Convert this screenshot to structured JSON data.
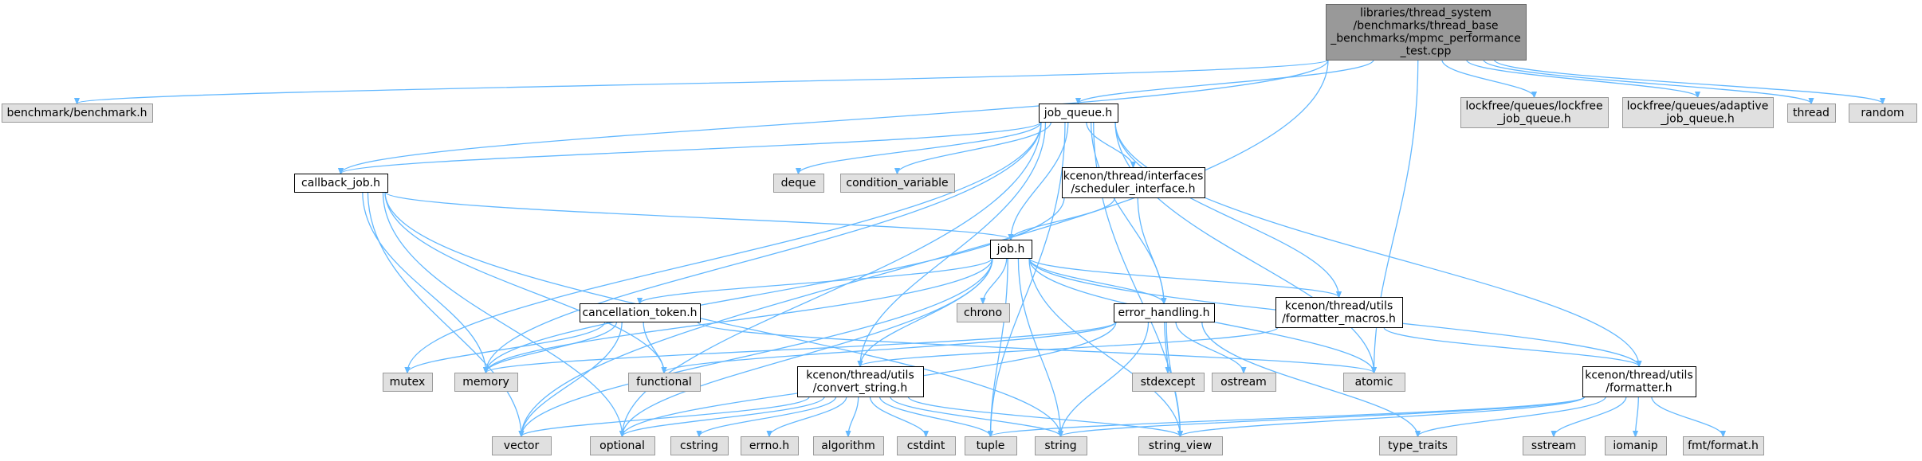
{
  "colors": {
    "root_fill": "#999999",
    "root_stroke": "#666666",
    "doc_fill": "#ffffff",
    "doc_stroke": "#000000",
    "sys_fill": "#e0e0e0",
    "sys_stroke": "#999999",
    "edge": "#63b8ff"
  },
  "nodes": [
    {
      "id": "root",
      "kind": "root",
      "lines": [
        "libraries/thread_system",
        "/benchmarks/thread_base",
        "_benchmarks/mpmc_performance",
        "_test.cpp"
      ]
    },
    {
      "id": "benchmark",
      "kind": "sys",
      "lines": [
        "benchmark/benchmark.h"
      ]
    },
    {
      "id": "job_queue",
      "kind": "doc",
      "lines": [
        "job_queue.h"
      ]
    },
    {
      "id": "lf_lockfree",
      "kind": "sys",
      "lines": [
        "lockfree/queues/lockfree",
        "_job_queue.h"
      ]
    },
    {
      "id": "lf_adaptive",
      "kind": "sys",
      "lines": [
        "lockfree/queues/adaptive",
        "_job_queue.h"
      ]
    },
    {
      "id": "thread",
      "kind": "sys",
      "lines": [
        "thread"
      ]
    },
    {
      "id": "random",
      "kind": "sys",
      "lines": [
        "random"
      ]
    },
    {
      "id": "callback_job",
      "kind": "doc",
      "lines": [
        "callback_job.h"
      ]
    },
    {
      "id": "deque",
      "kind": "sys",
      "lines": [
        "deque"
      ]
    },
    {
      "id": "condition_variable",
      "kind": "sys",
      "lines": [
        "condition_variable"
      ]
    },
    {
      "id": "scheduler_interface",
      "kind": "doc",
      "lines": [
        "kcenon/thread/interfaces",
        "/scheduler_interface.h"
      ]
    },
    {
      "id": "job",
      "kind": "doc",
      "lines": [
        "job.h"
      ]
    },
    {
      "id": "cancellation_token",
      "kind": "doc",
      "lines": [
        "cancellation_token.h"
      ]
    },
    {
      "id": "chrono",
      "kind": "sys",
      "lines": [
        "chrono"
      ]
    },
    {
      "id": "error_handling",
      "kind": "doc",
      "lines": [
        "error_handling.h"
      ]
    },
    {
      "id": "formatter_macros",
      "kind": "doc",
      "lines": [
        "kcenon/thread/utils",
        "/formatter_macros.h"
      ]
    },
    {
      "id": "mutex",
      "kind": "sys",
      "lines": [
        "mutex"
      ]
    },
    {
      "id": "memory",
      "kind": "sys",
      "lines": [
        "memory"
      ]
    },
    {
      "id": "functional",
      "kind": "sys",
      "lines": [
        "functional"
      ]
    },
    {
      "id": "convert_string",
      "kind": "doc",
      "lines": [
        "kcenon/thread/utils",
        "/convert_string.h"
      ]
    },
    {
      "id": "stdexcept",
      "kind": "sys",
      "lines": [
        "stdexcept"
      ]
    },
    {
      "id": "ostream",
      "kind": "sys",
      "lines": [
        "ostream"
      ]
    },
    {
      "id": "atomic",
      "kind": "sys",
      "lines": [
        "atomic"
      ]
    },
    {
      "id": "formatter",
      "kind": "doc",
      "lines": [
        "kcenon/thread/utils",
        "/formatter.h"
      ]
    },
    {
      "id": "vector",
      "kind": "sys",
      "lines": [
        "vector"
      ]
    },
    {
      "id": "optional",
      "kind": "sys",
      "lines": [
        "optional"
      ]
    },
    {
      "id": "cstring",
      "kind": "sys",
      "lines": [
        "cstring"
      ]
    },
    {
      "id": "errno_h",
      "kind": "sys",
      "lines": [
        "errno.h"
      ]
    },
    {
      "id": "algorithm",
      "kind": "sys",
      "lines": [
        "algorithm"
      ]
    },
    {
      "id": "cstdint",
      "kind": "sys",
      "lines": [
        "cstdint"
      ]
    },
    {
      "id": "tuple",
      "kind": "sys",
      "lines": [
        "tuple"
      ]
    },
    {
      "id": "string",
      "kind": "sys",
      "lines": [
        "string"
      ]
    },
    {
      "id": "string_view",
      "kind": "sys",
      "lines": [
        "string_view"
      ]
    },
    {
      "id": "type_traits",
      "kind": "sys",
      "lines": [
        "type_traits"
      ]
    },
    {
      "id": "sstream",
      "kind": "sys",
      "lines": [
        "sstream"
      ]
    },
    {
      "id": "iomanip",
      "kind": "sys",
      "lines": [
        "iomanip"
      ]
    },
    {
      "id": "fmt_format",
      "kind": "sys",
      "lines": [
        "fmt/format.h"
      ]
    }
  ],
  "edges": [
    [
      "root",
      "benchmark"
    ],
    [
      "root",
      "job_queue"
    ],
    [
      "root",
      "lf_lockfree"
    ],
    [
      "root",
      "lf_adaptive"
    ],
    [
      "root",
      "thread"
    ],
    [
      "root",
      "random"
    ],
    [
      "root",
      "callback_job"
    ],
    [
      "root",
      "vector"
    ],
    [
      "root",
      "atomic"
    ],
    [
      "job_queue",
      "callback_job"
    ],
    [
      "job_queue",
      "deque"
    ],
    [
      "job_queue",
      "condition_variable"
    ],
    [
      "job_queue",
      "scheduler_interface"
    ],
    [
      "job_queue",
      "job"
    ],
    [
      "job_queue",
      "error_handling"
    ],
    [
      "job_queue",
      "formatter_macros"
    ],
    [
      "job_queue",
      "mutex"
    ],
    [
      "job_queue",
      "memory"
    ],
    [
      "job_queue",
      "convert_string"
    ],
    [
      "job_queue",
      "atomic"
    ],
    [
      "job_queue",
      "formatter"
    ],
    [
      "job_queue",
      "string_view"
    ],
    [
      "job_queue",
      "tuple"
    ],
    [
      "job_queue",
      "optional"
    ],
    [
      "callback_job",
      "job"
    ],
    [
      "callback_job",
      "memory"
    ],
    [
      "callback_job",
      "functional"
    ],
    [
      "callback_job",
      "vector"
    ],
    [
      "callback_job",
      "optional"
    ],
    [
      "callback_job",
      "string"
    ],
    [
      "scheduler_interface",
      "job"
    ],
    [
      "scheduler_interface",
      "error_handling"
    ],
    [
      "scheduler_interface",
      "memory"
    ],
    [
      "job",
      "cancellation_token"
    ],
    [
      "job",
      "chrono"
    ],
    [
      "job",
      "error_handling"
    ],
    [
      "job",
      "formatter_macros"
    ],
    [
      "job",
      "convert_string"
    ],
    [
      "job",
      "formatter"
    ],
    [
      "job",
      "atomic"
    ],
    [
      "job",
      "vector"
    ],
    [
      "job",
      "optional"
    ],
    [
      "job",
      "tuple"
    ],
    [
      "job",
      "string"
    ],
    [
      "job",
      "string_view"
    ],
    [
      "job",
      "memory"
    ],
    [
      "cancellation_token",
      "mutex"
    ],
    [
      "cancellation_token",
      "memory"
    ],
    [
      "cancellation_token",
      "functional"
    ],
    [
      "cancellation_token",
      "atomic"
    ],
    [
      "cancellation_token",
      "vector"
    ],
    [
      "error_handling",
      "functional"
    ],
    [
      "error_handling",
      "stdexcept"
    ],
    [
      "error_handling",
      "ostream"
    ],
    [
      "error_handling",
      "type_traits"
    ],
    [
      "error_handling",
      "string"
    ],
    [
      "error_handling",
      "string_view"
    ],
    [
      "error_handling",
      "optional"
    ],
    [
      "error_handling",
      "memory"
    ],
    [
      "formatter_macros",
      "convert_string"
    ],
    [
      "formatter_macros",
      "formatter"
    ],
    [
      "convert_string",
      "vector"
    ],
    [
      "convert_string",
      "optional"
    ],
    [
      "convert_string",
      "cstring"
    ],
    [
      "convert_string",
      "errno_h"
    ],
    [
      "convert_string",
      "algorithm"
    ],
    [
      "convert_string",
      "cstdint"
    ],
    [
      "convert_string",
      "tuple"
    ],
    [
      "convert_string",
      "string"
    ],
    [
      "convert_string",
      "string_view"
    ],
    [
      "formatter",
      "string"
    ],
    [
      "formatter",
      "string_view"
    ],
    [
      "formatter",
      "type_traits"
    ],
    [
      "formatter",
      "sstream"
    ],
    [
      "formatter",
      "iomanip"
    ],
    [
      "formatter",
      "fmt_format"
    ],
    [
      "formatter",
      "tuple"
    ]
  ]
}
